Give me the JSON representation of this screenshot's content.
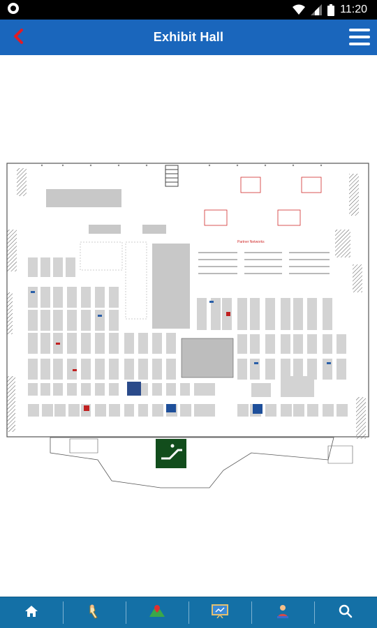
{
  "status_bar": {
    "time": "11:20",
    "icons": [
      "app-notification-icon",
      "wifi-icon",
      "cell-signal-icon",
      "battery-icon"
    ]
  },
  "header": {
    "title": "Exhibit Hall",
    "back_icon": "back-arrow-icon",
    "menu_icon": "hamburger-menu-icon",
    "colors": {
      "bar": "#1a66bc",
      "back_arrow": "#e31b23"
    }
  },
  "map": {
    "banner_label": "Partner Networks",
    "escalator_icon": "escalator-icon"
  },
  "bottom_nav": {
    "items": [
      {
        "icon": "home-icon"
      },
      {
        "icon": "exhibitor-icon"
      },
      {
        "icon": "map-icon"
      },
      {
        "icon": "presentation-icon"
      },
      {
        "icon": "person-icon"
      },
      {
        "icon": "search-icon"
      }
    ],
    "color": "#1470a6"
  }
}
